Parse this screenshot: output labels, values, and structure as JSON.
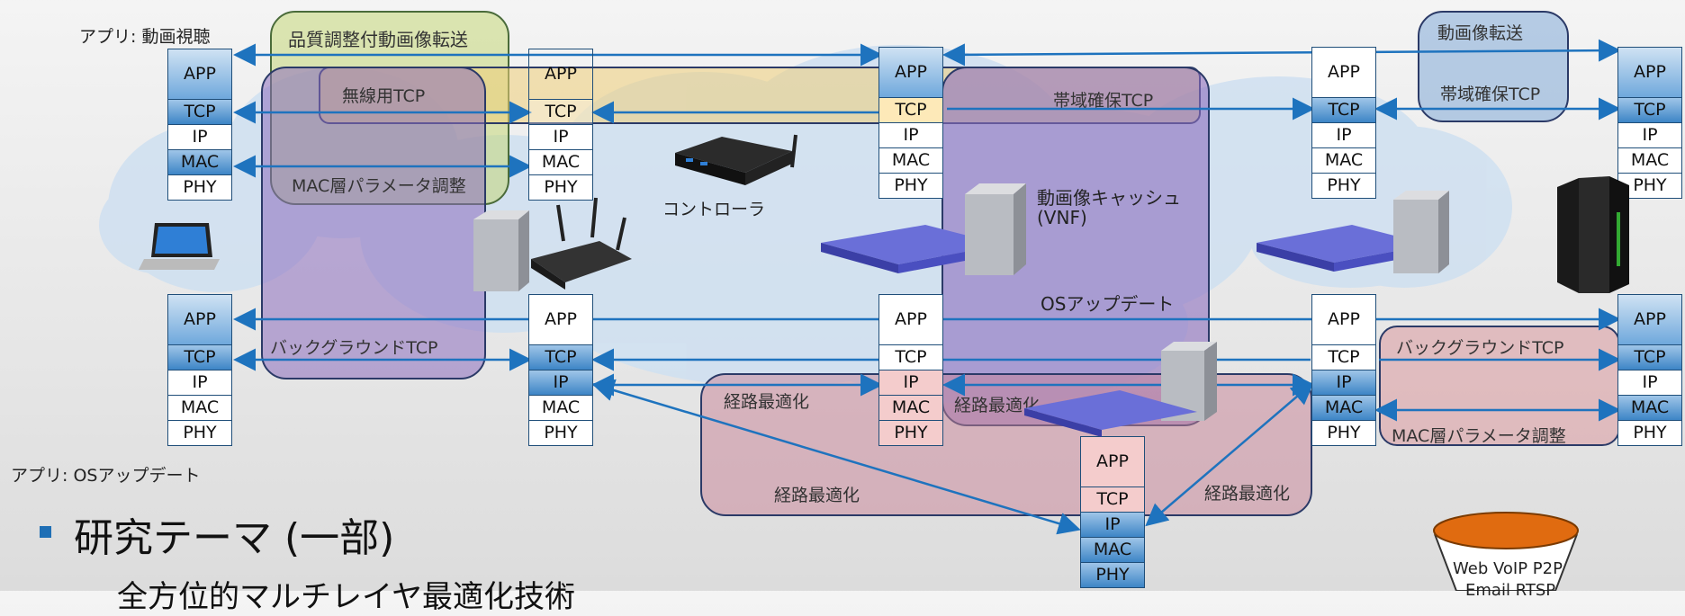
{
  "labels": {
    "app_video": "アプリ: 動画視聴",
    "app_os": "アプリ: OSアップデート",
    "controller": "コントローラ",
    "cache": "動画像キャッシュ",
    "cache_vnf": "(VNF)",
    "os_update": "OSアップデート"
  },
  "regions": {
    "quality": "品質調整付動画像転送",
    "wireless_tcp": "無線用TCP",
    "mac_param_left": "MAC層パラメータ調整",
    "bw_tcp_center": "帯域確保TCP",
    "video_transfer": "動画像転送",
    "bw_tcp_right": "帯域確保TCP",
    "background_left": "バックグラウンドTCP",
    "background_right": "バックグラウンドTCP",
    "mac_param_right": "MAC層パラメータ調整",
    "route_opt_1": "経路最適化",
    "route_opt_2": "経路最適化",
    "route_opt_3": "経路最適化",
    "route_opt_4": "経路最適化"
  },
  "layers": {
    "app": "APP",
    "tcp": "TCP",
    "ip": "IP",
    "mac": "MAC",
    "phy": "PHY"
  },
  "bullets": {
    "main": "研究テーマ (一部)",
    "sub": "全方位的マルチレイヤ最適化技術"
  },
  "db": {
    "line1": "Web  VoIP  P2P",
    "line2": "Email  RTSP"
  },
  "colors": {
    "accent": "#1f6fb5",
    "arrow": "#1e73be"
  }
}
